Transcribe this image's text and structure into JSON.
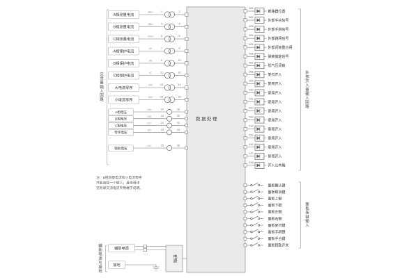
{
  "center_block": {
    "label": "数据处理"
  },
  "groups": {
    "ac": {
      "label": "交流量输入回路"
    },
    "di": {
      "label": "外部开入量输入回路"
    },
    "keys": {
      "label": "面板按键输入"
    },
    "power": {
      "label": "辅助电源与接地"
    }
  },
  "ac_current_rows": [
    {
      "label": "A相测量电流",
      "sig": "IAm",
      "t1": "1",
      "t2": "2"
    },
    {
      "label": "B相测量电流",
      "sig": "IBm",
      "t1": "3",
      "t2": "4"
    },
    {
      "label": "C相测量电流",
      "sig": "ICm",
      "t1": "5",
      "t2": "6"
    },
    {
      "label": "A相保护电流",
      "sig": "IA",
      "t1": "7",
      "t2": "8"
    },
    {
      "label": "B相保护电流",
      "sig": "IB",
      "t1": "9",
      "t2": "10"
    },
    {
      "label": "C相保护电流",
      "sig": "IC",
      "t1": "11",
      "t2": "12"
    },
    {
      "label": "大电流零序",
      "sig": "I01",
      "t1": "13",
      "t2": "14"
    },
    {
      "label": "小电流零序",
      "sig": "I02",
      "t1": "15",
      "t2": "16"
    }
  ],
  "ac_voltage_rows": [
    {
      "label": "A相电压",
      "sig": "UA",
      "t1": "17",
      "t2": "18"
    },
    {
      "label": "B相电压",
      "sig": "UB",
      "t1": "19",
      "t2": "20"
    },
    {
      "label": "C相电压",
      "sig": "UC",
      "t1": "21",
      "t2": "22"
    },
    {
      "label": "零序电压",
      "sig": "U0",
      "t1": "23",
      "t2": "24"
    }
  ],
  "aux_voltage_rows": [
    {
      "label": "辅助电压",
      "sig": "UX",
      "t1": "25",
      "t2": "26"
    }
  ],
  "di_rows": [
    {
      "no": "501",
      "label": "断路器位置"
    },
    {
      "no": "502",
      "label": "外部手合信号"
    },
    {
      "no": "503",
      "label": "外部手跳信号"
    },
    {
      "no": "504",
      "label": "外部跳闸信号"
    },
    {
      "no": "505",
      "label": "外部闭锁重合闸"
    },
    {
      "no": "506",
      "label": "弹簧储能信号"
    },
    {
      "no": "507",
      "label": "低气压闭锁"
    },
    {
      "no": "508",
      "label": "复归开入"
    },
    {
      "no": "509",
      "label": "复用开入"
    },
    {
      "no": "510",
      "label": "复用开入"
    },
    {
      "no": "511",
      "label": "复用开入"
    },
    {
      "no": "512",
      "label": "复用开入"
    },
    {
      "no": "513",
      "label": "复用开入"
    },
    {
      "no": "514",
      "label": "复用开入"
    },
    {
      "no": "515",
      "label": "复用开入"
    },
    {
      "no": "516",
      "label": "复用开入"
    },
    {
      "no": "517",
      "label": "复用开入"
    },
    {
      "no": "518",
      "label": "开入公共端"
    }
  ],
  "key_rows": [
    {
      "label": "面板确认键"
    },
    {
      "label": "面板取消键"
    },
    {
      "label": "面板上键"
    },
    {
      "label": "面板下键"
    },
    {
      "label": "面板左键"
    },
    {
      "label": "面板右键"
    },
    {
      "label": "面板复归键"
    },
    {
      "label": "面板手跳键"
    },
    {
      "label": "面板手合键"
    },
    {
      "label": "面板钥匙开关"
    }
  ],
  "power": {
    "aux_label": "辅助电源",
    "ground_label": "接地",
    "box_label": "电源"
  },
  "note": {
    "l1": "注：B相测量电流和小电流零序",
    "l2": "只能选择一个输入，具体请详",
    "l3": "见附录交流电流专用端子说明。"
  }
}
